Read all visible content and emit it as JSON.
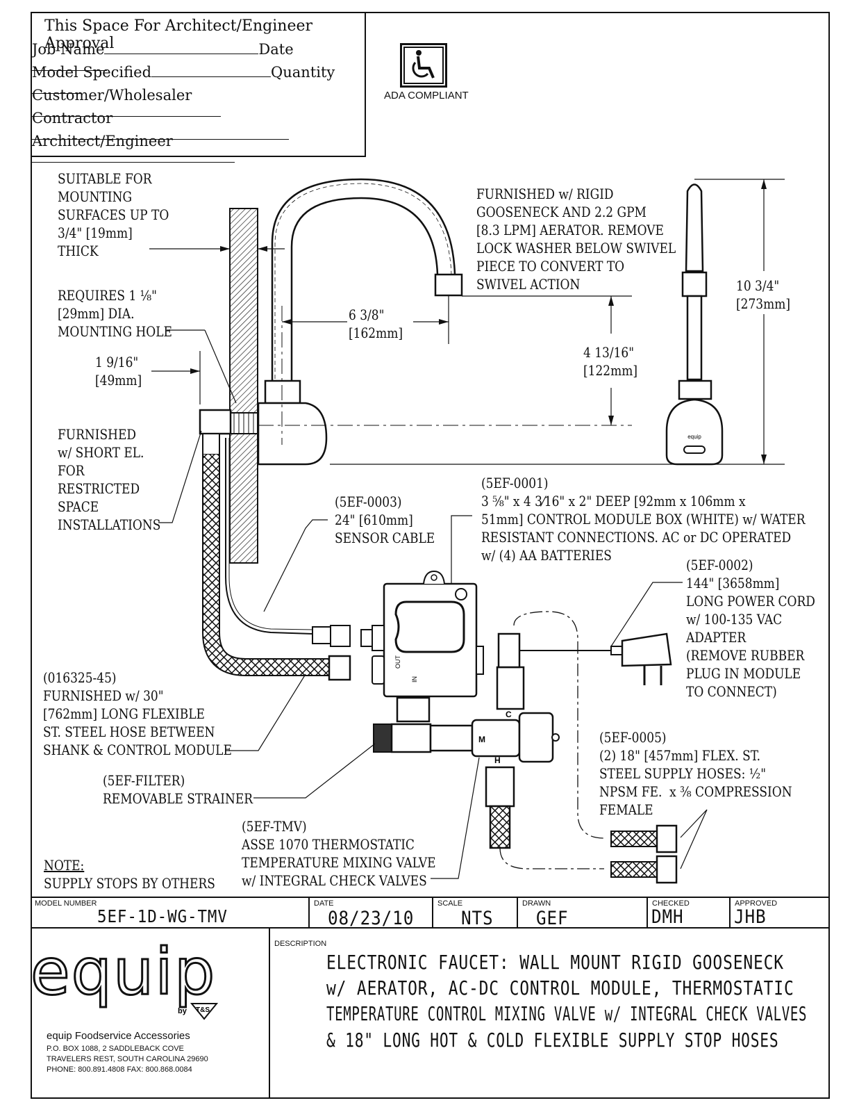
{
  "approval": {
    "title": "This Space For Architect/Engineer Approval",
    "job_name": "Job Name",
    "date": "Date",
    "model_specified": "Model Specified",
    "quantity": "Quantity",
    "customer": "Customer/Wholesaler",
    "contractor": "Contractor",
    "architect": "Architect/Engineer"
  },
  "ada": {
    "label": "ADA COMPLIANT"
  },
  "notes": {
    "mounting_surface": "SUITABLE FOR\nMOUNTING\nSURFACES UP TO\n3/4\" [19mm]\nTHICK",
    "mounting_hole": "REQUIRES 1 ⅛\"\n[29mm] DIA.\nMOUNTING HOLE",
    "dim_1_9_16": "1 9/16\"\n[49mm]",
    "short_el": "FURNISHED\nw/ SHORT EL.\nFOR\nRESTRICTED\nSPACE\nINSTALLATIONS",
    "gooseneck": "FURNISHED w/ RIGID\nGOOSENECK AND 2.2 GPM\n[8.3 LPM] AERATOR. REMOVE\nLOCK WASHER BELOW SWIVEL\nPIECE TO CONVERT TO\nSWIVEL ACTION",
    "dim_6_3_8": "6 3/8\"\n[162mm]",
    "dim_4_13_16": "4 13/16\"\n[122mm]",
    "dim_10_3_4": "10 3/4\"\n[273mm]",
    "sensor_cable": "(5EF-0003)\n24\" [610mm]\nSENSOR CABLE",
    "control_module": "(5EF-0001)\n3 ⅝\" x 4 3⁄16\" x 2\" DEEP [92mm x 106mm x\n51mm] CONTROL MODULE BOX (WHITE) w/ WATER\nRESISTANT CONNECTIONS. AC or DC OPERATED\nw/ (4) AA BATTERIES",
    "power_cord": "(5EF-0002)\n144\" [3658mm]\nLONG POWER CORD\nw/ 100-135 VAC\nADAPTER\n(REMOVE RUBBER\nPLUG IN MODULE\nTO CONNECT)",
    "flex_hose": "(016325-45)\nFURNISHED w/ 30\"\n[762mm] LONG FLEXIBLE\nST. STEEL HOSE BETWEEN\nSHANK & CONTROL MODULE",
    "strainer": "(5EF-FILTER)\nREMOVABLE STRAINER",
    "supply_hoses": "(5EF-0005)\n(2) 18\" [457mm] FLEX. ST.\nSTEEL SUPPLY HOSES: ½\"\nNPSM FE.  x ⅜ COMPRESSION\nFEMALE",
    "tmv": "(5EF-TMV)\nASSE 1070 THERMOSTATIC\nTEMPERATURE MIXING VALVE\nw/ INTEGRAL CHECK VALVES",
    "note_title": "NOTE:",
    "note_body": "SUPPLY STOPS BY OTHERS"
  },
  "drawing_marks": {
    "faucet_brand": "equip",
    "port_out": "OUT",
    "port_in": "IN",
    "valve_c": "C",
    "valve_m": "M",
    "valve_h": "H"
  },
  "title_block": {
    "model_number_label": "MODEL NUMBER",
    "model_number": "5EF-1D-WG-TMV",
    "date_label": "DATE",
    "date": "08/23/10",
    "scale_label": "SCALE",
    "scale": "NTS",
    "drawn_label": "DRAWN",
    "drawn": "GEF",
    "checked_label": "CHECKED",
    "checked": "DMH",
    "approved_label": "APPROVED",
    "approved": "JHB",
    "description_label": "DESCRIPTION",
    "description": [
      "ELECTRONIC FAUCET: WALL MOUNT RIGID GOOSENECK",
      "w/ AERATOR, AC-DC CONTROL MODULE, THERMOSTATIC",
      "TEMPERATURE CONTROL MIXING VALVE w/ INTEGRAL CHECK VALVES",
      "& 18\" LONG HOT & COLD FLEXIBLE SUPPLY STOP HOSES"
    ]
  },
  "company": {
    "logo_text": "equip",
    "by": "by",
    "ts": "T&S",
    "name": "equip Foodservice Accessories",
    "address1": "P.O. BOX 1088, 2 SADDLEBACK COVE",
    "address2": "TRAVELERS REST, SOUTH CAROLINA 29690",
    "phone": "PHONE: 800.891.4808    FAX: 800.868.0084"
  }
}
